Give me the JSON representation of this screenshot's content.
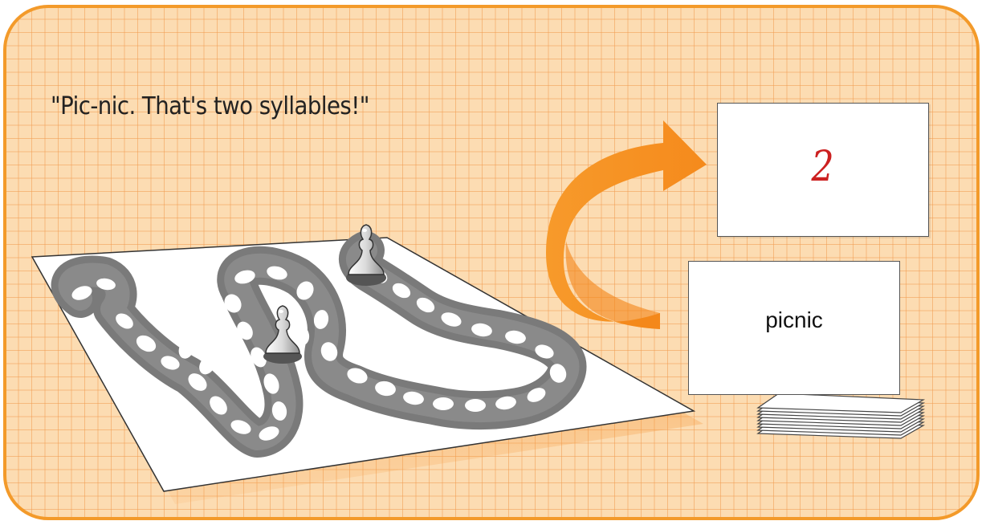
{
  "quote": "\"Pic-nic. That's two syllables!\"",
  "cards": {
    "result_value": "2",
    "word": "picnic"
  },
  "colors": {
    "background": "#fcdcb2",
    "grid": "#f19c50",
    "border": "#f39a2a",
    "arrow": "#f7931e",
    "path": "#7a7a7a",
    "result_text": "#cc2020"
  },
  "icons": [
    "board-game-illustration",
    "pawn-icon",
    "curved-arrow-icon",
    "card-stack-icon"
  ]
}
